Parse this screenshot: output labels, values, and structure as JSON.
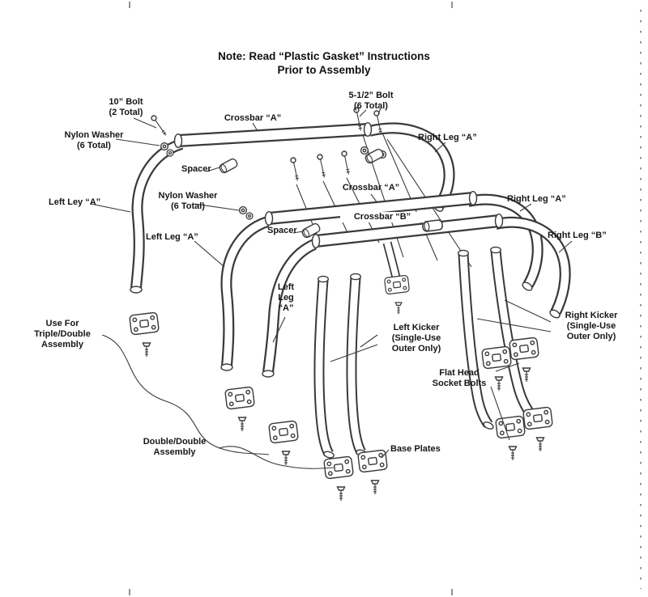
{
  "title": {
    "line1": "Note: Read “Plastic Gasket” Instructions",
    "line2": "Prior to Assembly"
  },
  "colors": {
    "ink": "#3a3a3a",
    "background": "#ffffff"
  },
  "labels": [
    {
      "id": "ten-inch-bolt",
      "text": "10” Bolt\n(2 Total)"
    },
    {
      "id": "nylon-washer-1",
      "text": "Nylon Washer\n(6 Total)"
    },
    {
      "id": "crossbar-a-1",
      "text": "Crossbar “A”"
    },
    {
      "id": "five-half-bolt",
      "text": "5-1/2” Bolt\n(6 Total)"
    },
    {
      "id": "right-leg-a-1",
      "text": "Right Leg “A”"
    },
    {
      "id": "spacer-1",
      "text": "Spacer"
    },
    {
      "id": "left-ley-a",
      "text": "Left Ley “A”"
    },
    {
      "id": "nylon-washer-2",
      "text": "Nylon Washer\n(6 Total)"
    },
    {
      "id": "crossbar-a-2",
      "text": "Crossbar “A”"
    },
    {
      "id": "right-leg-a-2",
      "text": "Right Leg “A”"
    },
    {
      "id": "crossbar-b",
      "text": "Crossbar “B”"
    },
    {
      "id": "spacer-2",
      "text": "Spacer"
    },
    {
      "id": "left-leg-a-1",
      "text": "Left Leg “A”"
    },
    {
      "id": "right-leg-b",
      "text": "Right Leg “B”"
    },
    {
      "id": "left-leg-a-vert",
      "text": "Left\nLeg\n“A”"
    },
    {
      "id": "use-for-triple",
      "text": "Use For\nTriple/Double\nAssembly"
    },
    {
      "id": "left-kicker",
      "text": "Left Kicker\n(Single-Use\nOuter Only)"
    },
    {
      "id": "right-kicker",
      "text": "Right Kicker\n(Single-Use\nOuter Only)"
    },
    {
      "id": "flat-head-bolts",
      "text": "Flat Head\nSocket Bolts"
    },
    {
      "id": "double-double",
      "text": "Double/Double\nAssembly"
    },
    {
      "id": "base-plates",
      "text": "Base Plates"
    }
  ]
}
